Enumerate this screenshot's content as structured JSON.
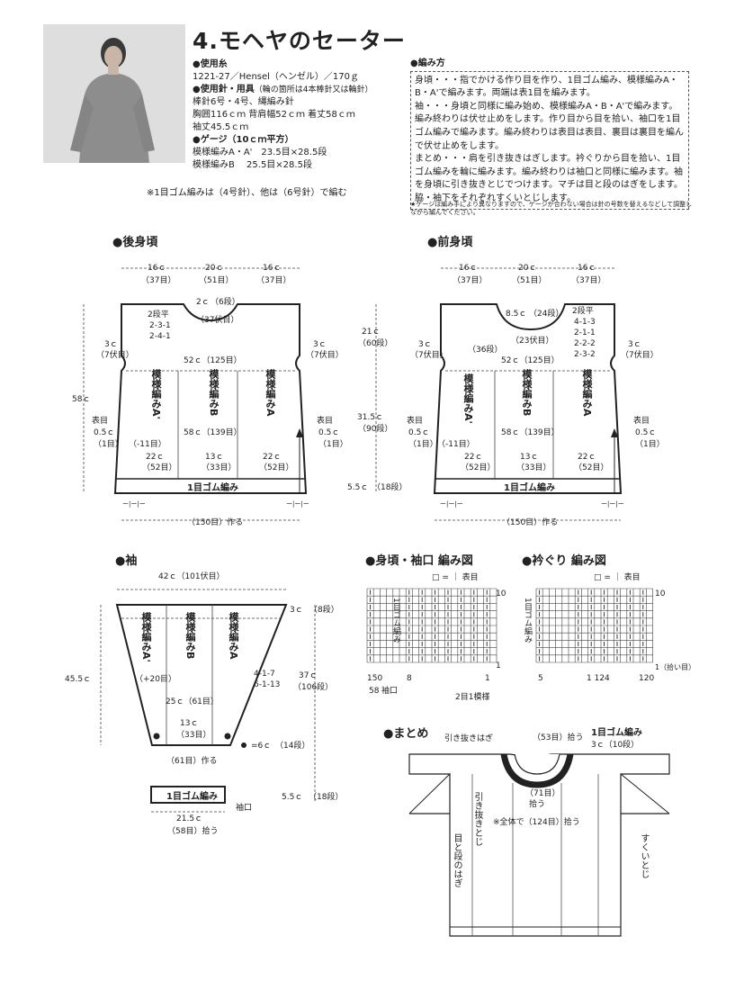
{
  "title": "4.モヘヤのセーター",
  "materials": {
    "yarn_label": "●使用糸",
    "yarn": "1221-27／Hensel（ヘンゼル）／170ｇ",
    "needles_label": "●使用針・用具",
    "needles_note": "（輪の箇所は4本棒針又は輪針）",
    "needles": "棒針6号・4号、縄編み針",
    "size1": "胸囲116ｃｍ 背肩幅52ｃｍ 着丈58ｃｍ",
    "size2": "袖丈45.5ｃｍ",
    "gauge_label": "●ゲージ（10ｃｍ平方）",
    "gauge1": "模様編みA・A'　23.5目×28.5段",
    "gauge2": "模様編みB　 25.5目×28.5段"
  },
  "needle_note": "※1目ゴム編みは（4号針）、他は（6号針）で編む",
  "method": {
    "heading": "●編み方",
    "body": "身頃・・・指でかける作り目を作り、1目ゴム編み、模様編みA・B・A'で編みます。両端は表1目を編みます。\n袖・・・身頃と同様に編み始め、模様編みA・B・A'で編みます。編み終わりは伏せ止めをします。作り目から目を拾い、袖口を1目ゴム編みで編みます。編み終わりは表目は表目、裏目は裏目を編んで伏せ止めをします。\nまとめ・・・肩を引き抜きはぎします。衿ぐりから目を拾い、1目ゴム編みを輪に編みます。編み終わりは袖口と同様に編みます。袖を身頃に引き抜きとじでつけます。マチは目と段のはぎをします。脇・袖下をそれぞれすくいとじします。",
    "note": "★ゲージは編み手により異なりますので、ゲージが合わない場合は針の号数を替えるなどして調整しながら編んでください。"
  },
  "sections": {
    "back": "●後身頃",
    "front": "●前身頃",
    "sleeve": "●袖",
    "body_chart": "●身頃・袖口 編み図",
    "neck_chart": "●衿ぐり 編み図",
    "finish": "●まとめ"
  },
  "back": {
    "w16": "16ｃ",
    "s37": "（37目）",
    "w20": "20ｃ",
    "s51": "（51目）",
    "neck_c": "2ｃ",
    "neck_r": "（6段）",
    "dec1": "2段平",
    "dec2": "2-3-1",
    "dec3": "2-4-1",
    "bind37": "（37伏目）",
    "arm_w": "3ｃ",
    "arm_s": "（7伏目）",
    "w52": "52ｃ（125目）",
    "w58": "58ｃ（139目）",
    "pA1": "模様編みA'",
    "pB": "模様編みB",
    "pA": "模様編みA",
    "edge": "表目",
    "edge_c": "0.5ｃ",
    "edge_s": "（1目）",
    "minus11": "（-11目）",
    "w22": "22ｃ",
    "s52": "（52目）",
    "w13": "13ｃ",
    "s33": "（33目）",
    "rib": "1目ゴム編み",
    "total_h": "58ｃ",
    "cast": "（150目）作る",
    "rib_mark": "ー|ー|ー"
  },
  "front": {
    "neck_c": "8.5ｃ",
    "neck_r": "（24段）",
    "dec1": "2段平",
    "dec2": "4-1-3",
    "dec3": "2-1-1",
    "dec4": "2-2-2",
    "dec5": "2-3-2",
    "bind23": "（23伏目）",
    "r36": "（36段）",
    "h21": "21ｃ",
    "r60": "（60段）",
    "h315": "31.5ｃ",
    "r90": "（90段）",
    "h55": "5.5ｃ",
    "r18": "（18段）"
  },
  "sleeve": {
    "top_w": "42ｃ（101伏目）",
    "h3": "3ｃ",
    "r8": "（8段）",
    "plus20": "（+20目）",
    "inc1": "4-1-7",
    "inc2": "6-1-13",
    "h37": "37ｃ",
    "r106": "（106段）",
    "total": "45.5ｃ",
    "w25": "25ｃ（61目）",
    "w13": "13ｃ",
    "s33": "（33目）",
    "h6": "=6ｃ",
    "r14": "（14段）",
    "cast": "（61目）作る",
    "rib": "1目ゴム編み",
    "cuff_label": "袖口",
    "h55": "5.5ｃ",
    "r18": "（18段）",
    "w215": "21.5ｃ",
    "pick58": "（58目）拾う"
  },
  "charts": {
    "legend": "□ = ｜ 表目",
    "rib_label": "1目ゴム編み",
    "b150": "150",
    "b8": "8",
    "b1": "1",
    "b58": "58",
    "cuff": "袖口",
    "r10": "10",
    "r1": "1",
    "repeat": "2目1模様",
    "n5": "5",
    "n1": "1",
    "n124": "124",
    "n120": "120",
    "n10": "10",
    "pick": "1（拾い目）"
  },
  "finish": {
    "slip_seam": "引き抜きはぎ",
    "pick53": "（53目）拾う",
    "rib": "1目ゴム編み",
    "h3": "3ｃ（10段）",
    "pick71": "（71目）",
    "pick71b": "拾う",
    "total": "※全体で（124目）拾う",
    "slip_close": "引き抜きとじ",
    "graft": "目と段のはぎ",
    "mattress": "すくいとじ"
  },
  "colors": {
    "ink": "#222222",
    "photo_bg": "#d9d9d9",
    "sweater": "#8d8d8d"
  }
}
